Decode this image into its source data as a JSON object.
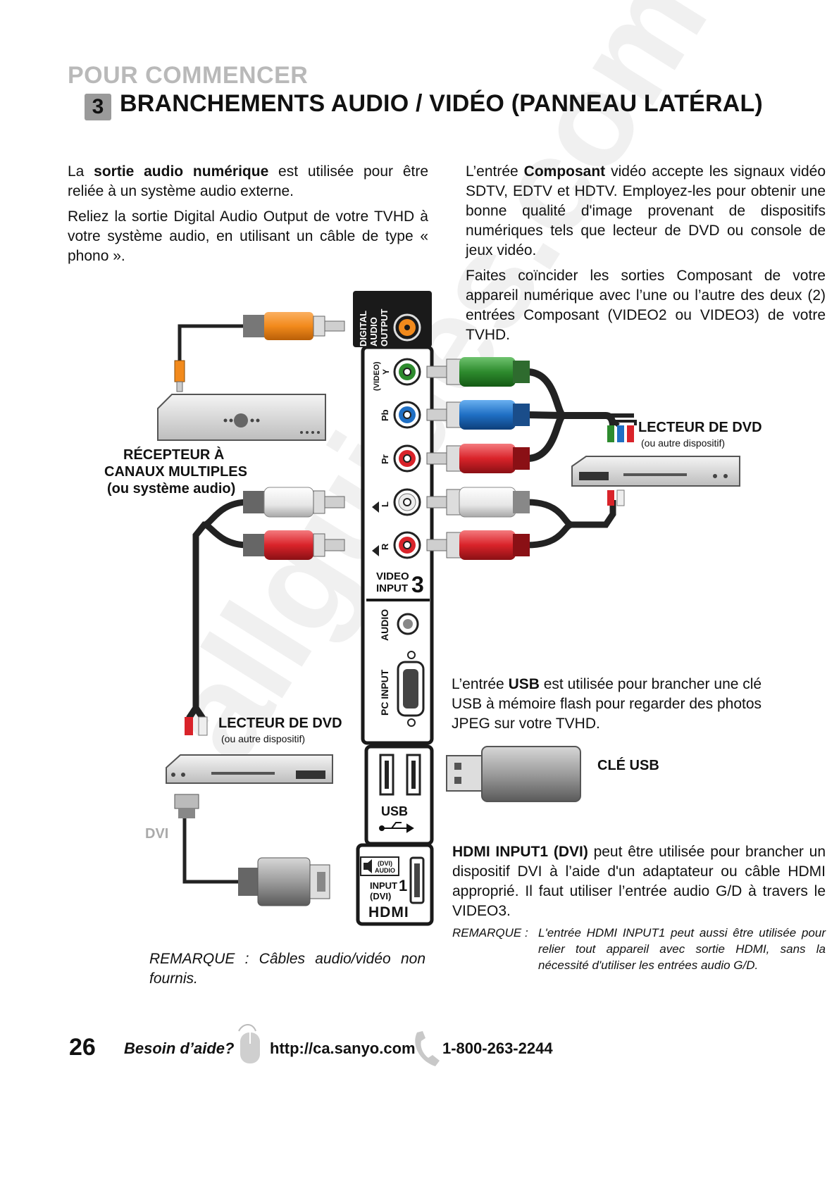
{
  "header": {
    "kicker": "POUR COMMENCER",
    "step_number": "3",
    "title": "BRANCHEMENTS AUDIO / VIDÉO (PANNEAU LATÉRAL)"
  },
  "left_intro": {
    "p1_pre": "La ",
    "p1_bold": "sortie audio numérique",
    "p1_post": " est utilisée pour être reliée à un système audio externe.",
    "p2": "Reliez la sortie Digital Audio Output de votre TVHD à votre système audio, en utilisant un câble de type « phono »."
  },
  "right_intro": {
    "p1_pre": "L’entrée ",
    "p1_bold": "Composant",
    "p1_post": " vidéo accepte les signaux vidéo SDTV, EDTV et HDTV. Employez-les pour obtenir une bonne qualité d'image provenant de dispositifs numériques tels que lecteur de DVD ou console de jeux vidéo.",
    "p2": "Faites coïncider les sorties Composant de votre appareil numérique avec l’une ou l’autre des deux (2) entrées Composant (VIDEO2 ou VIDEO3) de votre TVHD."
  },
  "diagram": {
    "receiver_label_1": "RÉCEPTEUR À",
    "receiver_label_2": "CANAUX MULTIPLES",
    "receiver_label_3": "(ou système audio)",
    "dvd_right_label": "LECTEUR DE DVD",
    "dvd_right_sub": "(ou autre dispositif)",
    "dvd_left_label": "LECTEUR DE DVD",
    "dvd_left_sub": "(ou autre dispositif)",
    "dvi_label": "DVI",
    "usb_key_label": "CLÉ USB",
    "panel": {
      "digital_audio_1": "DIGITAL",
      "digital_audio_2": "AUDIO",
      "digital_audio_3": "OUTPUT",
      "y_label": "Y",
      "video_label": "(VIDEO)",
      "pb_label": "Pb",
      "pr_label": "Pr",
      "l_label": "L",
      "r_label": "R",
      "video_input_1": "VIDEO",
      "video_input_2": "INPUT",
      "video_input_num": "3",
      "audio_label": "AUDIO",
      "pc_input_label": "PC INPUT",
      "usb_label": "USB",
      "dvi_audio_1": "(DVI)",
      "dvi_audio_2": "AUDIO",
      "hdmi_input_1": "INPUT",
      "hdmi_input_num": "1",
      "hdmi_input_2": "(DVI)",
      "hdmi_logo": "HDMI"
    }
  },
  "usb_text": {
    "pre": "L’entrée ",
    "bold": "USB",
    "post": " est utilisée pour brancher une clé USB à mémoire flash pour regarder des photos JPEG sur votre TVHD."
  },
  "hdmi_text": {
    "bold": "HDMI INPUT1 (DVI)",
    "post": " peut être utilisée pour brancher un dispositif DVI à l’aide d'un adaptateur ou câble HDMI approprié. Il faut utiliser l’entrée audio G/D à travers le VIDEO3."
  },
  "notes": {
    "right_label": "REMARQUE :",
    "right_text": "L'entrée HDMI INPUT1 peut aussi être utilisée pour relier tout appareil avec sortie HDMI, sans la nécessité d'utiliser les entrées audio G/D.",
    "left_text": "REMARQUE : Câbles audio/vidéo non fournis."
  },
  "footer": {
    "page_number": "26",
    "help": "Besoin d’aide?",
    "url": "http://ca.sanyo.com",
    "phone": "1-800-263-2244"
  },
  "watermark": "allguides.com",
  "colors": {
    "orange": "#f28a1c",
    "green": "#2e8b2e",
    "blue": "#1f6fc4",
    "red": "#d9232a",
    "panel_black": "#1a1a1a"
  }
}
